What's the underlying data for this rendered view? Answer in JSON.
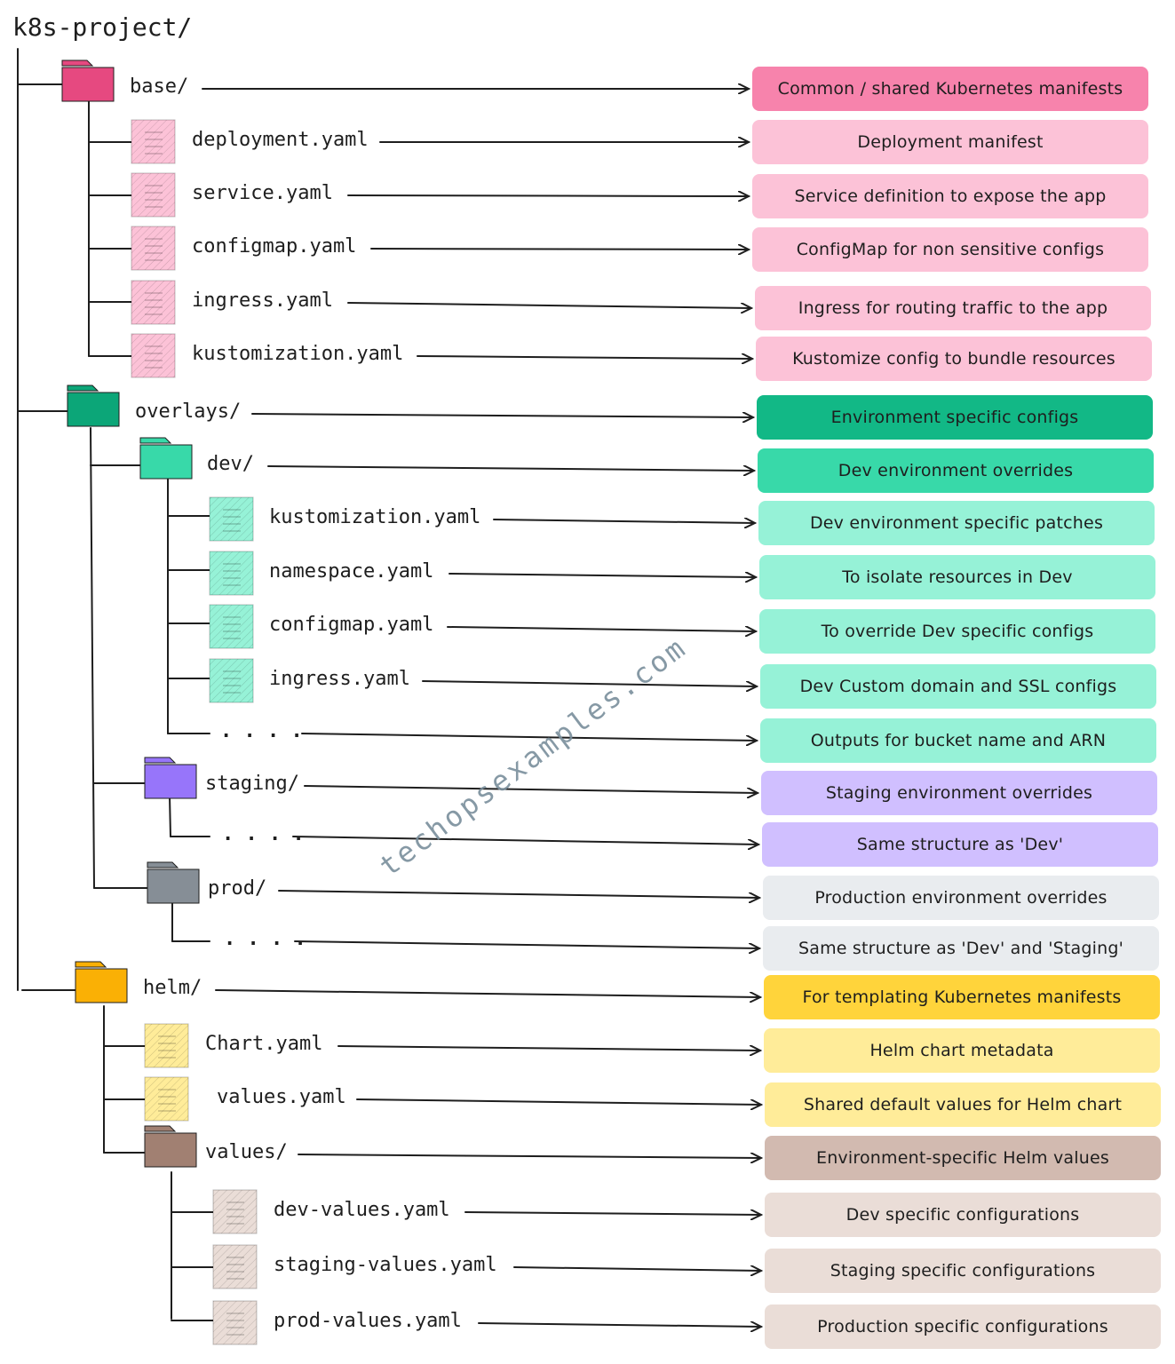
{
  "root": "k8s-project/",
  "watermark": "techopsexamples.com",
  "colors": {
    "line": "#1e1e1e",
    "base": "#e64980",
    "base_note": "#f783ac",
    "base_file": "#fcc2d7",
    "overlays": "#0ca678",
    "overlays_note": "#12b886",
    "dev": "#38d9a9",
    "dev_note": "#38d9a9",
    "dev_file": "#96f2d7",
    "staging": "#9775fa",
    "staging_file": "#d0bfff",
    "prod": "#868e96",
    "prod_file": "#e9ecef",
    "helm": "#fab005",
    "helm_note": "#ffd43b",
    "helm_file": "#ffec99",
    "values": "#a18072",
    "values_note": "#d2bab0",
    "values_file": "#eaddd7"
  },
  "rows": [
    {
      "kind": "folder",
      "label": "base/",
      "note": "Common / shared Kubernetes manifests",
      "icon": "folder-icon",
      "color": "base",
      "note_color": "base_note"
    },
    {
      "kind": "file",
      "label": "deployment.yaml",
      "note": "Deployment manifest",
      "icon": "file-icon",
      "color": "base_file",
      "note_color": "base_file"
    },
    {
      "kind": "file",
      "label": "service.yaml",
      "note": "Service definition to expose the app",
      "icon": "file-icon",
      "color": "base_file",
      "note_color": "base_file"
    },
    {
      "kind": "file",
      "label": "configmap.yaml",
      "note": "ConfigMap for non sensitive configs",
      "icon": "file-icon",
      "color": "base_file",
      "note_color": "base_file"
    },
    {
      "kind": "file",
      "label": "ingress.yaml",
      "note": "Ingress for routing traffic to the app",
      "icon": "file-icon",
      "color": "base_file",
      "note_color": "base_file"
    },
    {
      "kind": "file",
      "label": "kustomization.yaml",
      "note": "Kustomize  config to bundle resources",
      "icon": "file-icon",
      "color": "base_file",
      "note_color": "base_file"
    },
    {
      "kind": "folder",
      "label": "overlays/",
      "note": "Environment specific configs",
      "icon": "folder-icon",
      "color": "overlays",
      "note_color": "overlays_note"
    },
    {
      "kind": "folder",
      "label": "dev/",
      "note": "Dev environment overrides",
      "icon": "folder-icon",
      "color": "dev",
      "note_color": "dev_note"
    },
    {
      "kind": "file",
      "label": "kustomization.yaml",
      "note": "Dev environment specific patches",
      "icon": "file-icon",
      "color": "dev_file",
      "note_color": "dev_file"
    },
    {
      "kind": "file",
      "label": "namespace.yaml",
      "note": "To isolate resources in Dev",
      "icon": "file-icon",
      "color": "dev_file",
      "note_color": "dev_file"
    },
    {
      "kind": "file",
      "label": "configmap.yaml",
      "note": "To override Dev specific configs",
      "icon": "file-icon",
      "color": "dev_file",
      "note_color": "dev_file"
    },
    {
      "kind": "file",
      "label": "ingress.yaml",
      "note": "Dev Custom domain and SSL configs",
      "icon": "file-icon",
      "color": "dev_file",
      "note_color": "dev_file"
    },
    {
      "kind": "dots",
      "label": ". . . .",
      "note": "Outputs for bucket name and ARN",
      "icon": "",
      "color": "dev_file",
      "note_color": "dev_file"
    },
    {
      "kind": "folder",
      "label": "staging/",
      "note": "Staging environment overrides",
      "icon": "folder-icon",
      "color": "staging",
      "note_color": "staging_file"
    },
    {
      "kind": "dots",
      "label": ". . . .",
      "note": "Same structure as 'Dev'",
      "icon": "",
      "color": "staging_file",
      "note_color": "staging_file"
    },
    {
      "kind": "folder",
      "label": "prod/",
      "note": "Production environment overrides",
      "icon": "folder-icon",
      "color": "prod",
      "note_color": "prod_file"
    },
    {
      "kind": "dots",
      "label": ". . . .",
      "note": "Same structure as 'Dev' and 'Staging'",
      "icon": "",
      "color": "prod_file",
      "note_color": "prod_file"
    },
    {
      "kind": "folder",
      "label": "helm/",
      "note": "For templating Kubernetes manifests",
      "icon": "folder-icon",
      "color": "helm",
      "note_color": "helm_note"
    },
    {
      "kind": "file",
      "label": "Chart.yaml",
      "note": "Helm chart metadata",
      "icon": "file-icon",
      "color": "helm_file",
      "note_color": "helm_file"
    },
    {
      "kind": "file",
      "label": "values.yaml",
      "note": "Shared default values for Helm chart",
      "icon": "file-icon",
      "color": "helm_file",
      "note_color": "helm_file"
    },
    {
      "kind": "folder",
      "label": "values/",
      "note": "Environment-specific Helm values",
      "icon": "folder-icon",
      "color": "values",
      "note_color": "values_note"
    },
    {
      "kind": "file",
      "label": "dev-values.yaml",
      "note": "Dev specific configurations",
      "icon": "file-icon",
      "color": "values_file",
      "note_color": "values_file"
    },
    {
      "kind": "file",
      "label": "staging-values.yaml",
      "note": "Staging specific configurations",
      "icon": "file-icon",
      "color": "values_file",
      "note_color": "values_file"
    },
    {
      "kind": "file",
      "label": "prod-values.yaml",
      "note": "Production specific configurations",
      "icon": "file-icon",
      "color": "values_file",
      "note_color": "values_file"
    }
  ]
}
